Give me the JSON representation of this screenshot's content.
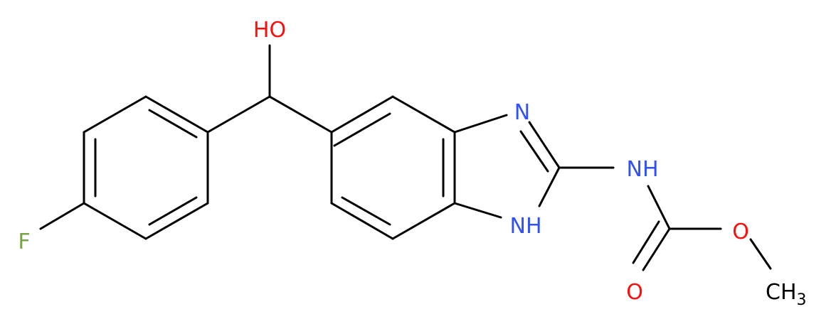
{
  "atoms": {
    "oh": {
      "text": "HO",
      "color": "#ff0d0d"
    },
    "f": {
      "text": "F",
      "color": "#77a347"
    },
    "n_upper": {
      "text": "N",
      "color": "#3050f8"
    },
    "nh_ring": {
      "text": "NH",
      "color": "#3050f8"
    },
    "nh_chain": {
      "text": "NH",
      "color": "#3050f8"
    },
    "o_carbonyl": {
      "text": "O",
      "color": "#ff0d0d"
    },
    "o_ester": {
      "text": "O",
      "color": "#ff0d0d"
    },
    "ch3": {
      "text": "CH",
      "subscript": "3",
      "color": "#000000"
    }
  }
}
